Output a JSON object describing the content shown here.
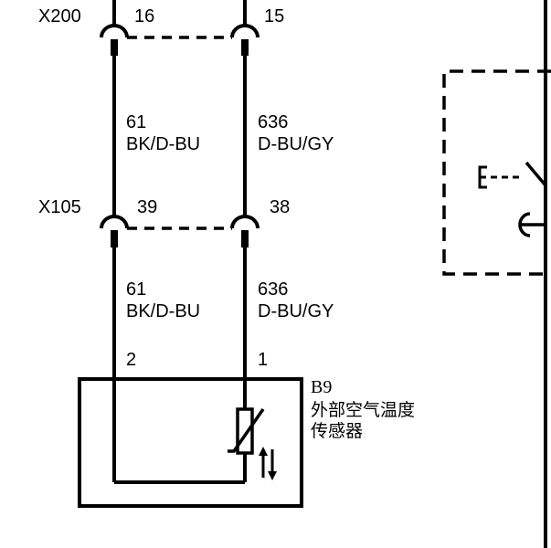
{
  "connectors": [
    {
      "id": "X200",
      "pin_left": "16",
      "pin_right": "15"
    },
    {
      "id": "X105",
      "pin_left": "39",
      "pin_right": "38"
    }
  ],
  "wires": [
    {
      "segment": "upper-left",
      "circuit": "61",
      "color": "BK/D-BU"
    },
    {
      "segment": "upper-right",
      "circuit": "636",
      "color": "D-BU/GY"
    },
    {
      "segment": "lower-left",
      "circuit": "61",
      "color": "BK/D-BU"
    },
    {
      "segment": "lower-right",
      "circuit": "636",
      "color": "D-BU/GY"
    }
  ],
  "sensor": {
    "ref": "B9",
    "name_line1": "外部空气温度",
    "name_line2": "传感器",
    "pin_left": "2",
    "pin_right": "1"
  }
}
